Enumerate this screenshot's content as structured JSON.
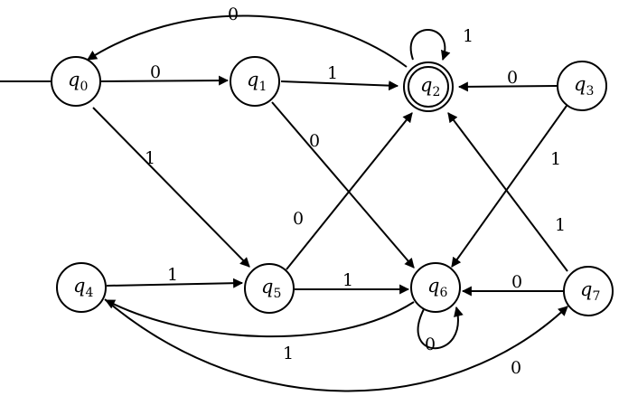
{
  "diagram": {
    "type": "dfa",
    "states": [
      {
        "id": "q0",
        "name": "q",
        "sub": "0",
        "start": true,
        "accepting": false
      },
      {
        "id": "q1",
        "name": "q",
        "sub": "1",
        "start": false,
        "accepting": false
      },
      {
        "id": "q2",
        "name": "q",
        "sub": "2",
        "start": false,
        "accepting": true
      },
      {
        "id": "q3",
        "name": "q",
        "sub": "3",
        "start": false,
        "accepting": false
      },
      {
        "id": "q4",
        "name": "q",
        "sub": "4",
        "start": false,
        "accepting": false
      },
      {
        "id": "q5",
        "name": "q",
        "sub": "5",
        "start": false,
        "accepting": false
      },
      {
        "id": "q6",
        "name": "q",
        "sub": "6",
        "start": false,
        "accepting": false
      },
      {
        "id": "q7",
        "name": "q",
        "sub": "7",
        "start": false,
        "accepting": false
      }
    ],
    "transitions": [
      {
        "id": "t_q0_q1",
        "from": "q0",
        "to": "q1",
        "label": "0"
      },
      {
        "id": "t_q0_q5",
        "from": "q0",
        "to": "q5",
        "label": "1"
      },
      {
        "id": "t_q1_q2",
        "from": "q1",
        "to": "q2",
        "label": "1"
      },
      {
        "id": "t_q1_q6",
        "from": "q1",
        "to": "q6",
        "label": "0"
      },
      {
        "id": "t_q2_q0",
        "from": "q2",
        "to": "q0",
        "label": "0"
      },
      {
        "id": "t_q2_q2",
        "from": "q2",
        "to": "q2",
        "label": "1"
      },
      {
        "id": "t_q3_q2",
        "from": "q3",
        "to": "q2",
        "label": "0"
      },
      {
        "id": "t_q3_q6",
        "from": "q3",
        "to": "q6",
        "label": "1"
      },
      {
        "id": "t_q4_q5",
        "from": "q4",
        "to": "q5",
        "label": "1"
      },
      {
        "id": "t_q4_q7",
        "from": "q4",
        "to": "q7",
        "label": "0"
      },
      {
        "id": "t_q5_q2",
        "from": "q5",
        "to": "q2",
        "label": "0"
      },
      {
        "id": "t_q5_q6",
        "from": "q5",
        "to": "q6",
        "label": "1"
      },
      {
        "id": "t_q6_q4",
        "from": "q6",
        "to": "q4",
        "label": "1"
      },
      {
        "id": "t_q6_q6",
        "from": "q6",
        "to": "q6",
        "label": "0"
      },
      {
        "id": "t_q7_q2",
        "from": "q7",
        "to": "q2",
        "label": "1"
      },
      {
        "id": "t_q7_q6",
        "from": "q7",
        "to": "q6",
        "label": "0"
      }
    ]
  }
}
